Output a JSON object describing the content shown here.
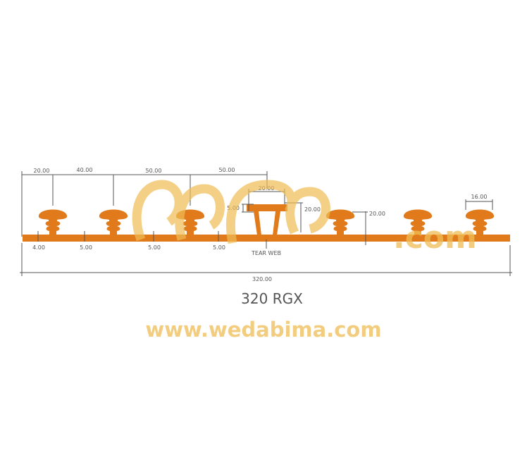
{
  "title": "320 RGX",
  "colors": {
    "profile": "#e07a1a",
    "dimension": "#555555",
    "watermark": "#f0bd55"
  },
  "dimensions": {
    "top": [
      "20.00",
      "40.00",
      "50.00",
      "50.00"
    ],
    "bottom": [
      "4.00",
      "5.00",
      "5.00",
      "5.00"
    ],
    "center_width": "20.00",
    "center_flange": "5.00",
    "center_height": "20.00",
    "rib_height": "20.00",
    "rib_head_width": "16.00",
    "overall_width": "320.00",
    "tear_web_label": "TEAR WEB"
  },
  "watermark": {
    "logo_text": "වැඩබිම",
    "logo_suffix": ".com",
    "url": "www.wedabima.com"
  }
}
